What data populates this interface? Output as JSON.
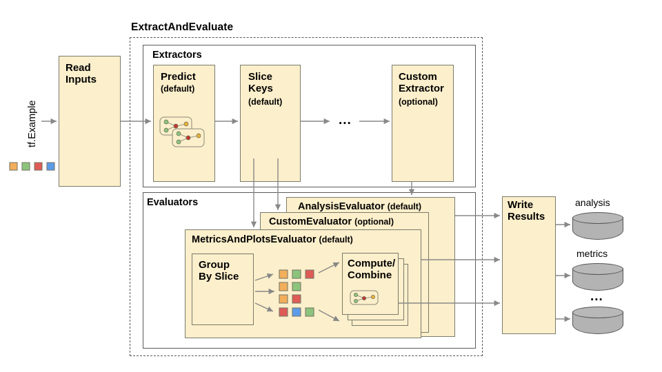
{
  "diagram": {
    "title": "ExtractAndEvaluate",
    "input_label": "tf.Example",
    "read_inputs": {
      "label": "Read Inputs"
    },
    "extractors": {
      "section_label": "Extractors",
      "items": [
        {
          "name": "Predict",
          "qualifier": "(default)",
          "has_graph_icon": true
        },
        {
          "name": "Slice Keys",
          "qualifier": "(default)",
          "has_graph_icon": false
        },
        {
          "name": "Custom Extractor",
          "qualifier": "(optional)",
          "has_graph_icon": false
        }
      ],
      "ellipsis": "..."
    },
    "evaluators": {
      "section_label": "Evaluators",
      "items": [
        {
          "name": "AnalysisEvaluator",
          "qualifier": "(default)"
        },
        {
          "name": "CustomEvaluator",
          "qualifier": "(optional)"
        },
        {
          "name": "MetricsAndPlotsEvaluator",
          "qualifier": "(default)"
        }
      ],
      "group_by_slice": {
        "label": "Group By Slice"
      },
      "compute_combine": {
        "label": "Compute/ Combine",
        "line1": "Compute/",
        "line2": "Combine"
      },
      "slice_rows": [
        [
          "orange",
          "green",
          "red"
        ],
        [
          "orange",
          "green"
        ],
        [
          "orange",
          "red"
        ],
        [
          "red",
          "blue",
          "green"
        ]
      ]
    },
    "write_results": {
      "label": "Write Results",
      "line1": "Write",
      "line2": "Results"
    },
    "outputs": [
      {
        "label": "analysis"
      },
      {
        "label": "metrics"
      },
      {
        "label": "..."
      }
    ],
    "input_squares": [
      "orange",
      "green",
      "red",
      "blue"
    ],
    "colors": {
      "box_fill": "#FCEFCB",
      "box_stroke": "#7a7a6a",
      "outline_stroke": "#5a5a5a",
      "dashed_stroke": "#555555",
      "arrow": "#888888",
      "cylinder": "#B3B3B3",
      "orange": "#F3AE5B",
      "green": "#8CC47C",
      "red": "#DE5B56",
      "blue": "#5B9BE8",
      "node_green": "#8CC47C",
      "node_red": "#C0392B",
      "node_yellow": "#E8B23A"
    }
  }
}
